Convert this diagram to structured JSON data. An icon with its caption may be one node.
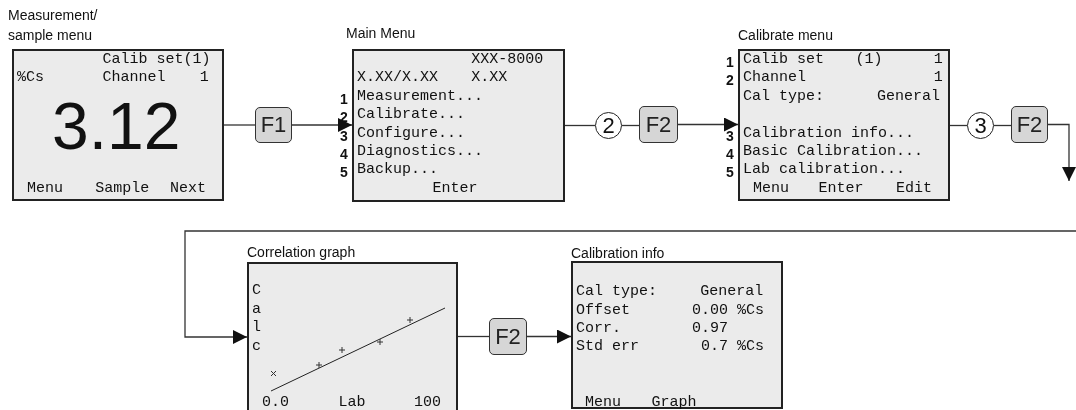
{
  "diagram": {
    "nodes": [
      {
        "text": [
          "Measurement/ sample menu",
          "Calib set(1)",
          "%Cs",
          "Channel",
          "1",
          "3.12",
          "Menu",
          "Sample",
          "Next"
        ]
      },
      {
        "text": [
          "F1"
        ]
      },
      {
        "text": [
          "Main Menu",
          "XXX-8000",
          "X.XX/X.XX",
          "X.XX",
          "Measurement...",
          "Calibrate...",
          "Configure...",
          "Diagnostics...",
          "Backup...",
          "Enter"
        ],
        "beside": [
          "1",
          "2",
          "3",
          "4",
          "5"
        ]
      },
      {
        "text": [
          "2"
        ]
      },
      {
        "text": [
          "F2"
        ]
      },
      {
        "text": [
          "Calibrate menu",
          "Calib set",
          "(1)",
          "1",
          "Channel",
          "1",
          "Cal type:",
          "General",
          "Calibration info...",
          "Basic Calibration...",
          "Lab calibration...",
          "Menu",
          "Enter",
          "Edit"
        ],
        "beside": [
          "1",
          "2",
          "3",
          "4",
          "5"
        ]
      },
      {
        "text": [
          "3"
        ]
      },
      {
        "text": [
          "F2"
        ]
      },
      {
        "text": [
          "Correlation graph",
          "Calc",
          "0.0",
          "Lab",
          "100"
        ]
      },
      {
        "text": [
          "F2"
        ]
      },
      {
        "text": [
          "Calibration info",
          "Cal type:",
          "General",
          "Offset",
          "0.00 %Cs",
          "Corr.",
          "0.97",
          "Std err",
          "0.7 %Cs",
          "Menu",
          "Graph"
        ]
      }
    ],
    "edges": [
      {
        "from": 0,
        "to": 1,
        "arrow": "none"
      },
      {
        "from": 1,
        "to": 2,
        "arrow": "to"
      },
      {
        "from": 2,
        "to": 3,
        "arrow": "none"
      },
      {
        "from": 3,
        "to": 4,
        "arrow": "none"
      },
      {
        "from": 4,
        "to": 5,
        "arrow": "to"
      },
      {
        "from": 5,
        "to": 6,
        "arrow": "none"
      },
      {
        "from": 6,
        "to": 7,
        "arrow": "none"
      },
      {
        "from": 7,
        "to": null,
        "arrow": "to"
      },
      {
        "from": null,
        "to": 8,
        "arrow": "to"
      },
      {
        "from": 8,
        "to": 9,
        "arrow": "none"
      },
      {
        "from": 9,
        "to": 10,
        "arrow": "to"
      }
    ]
  }
}
